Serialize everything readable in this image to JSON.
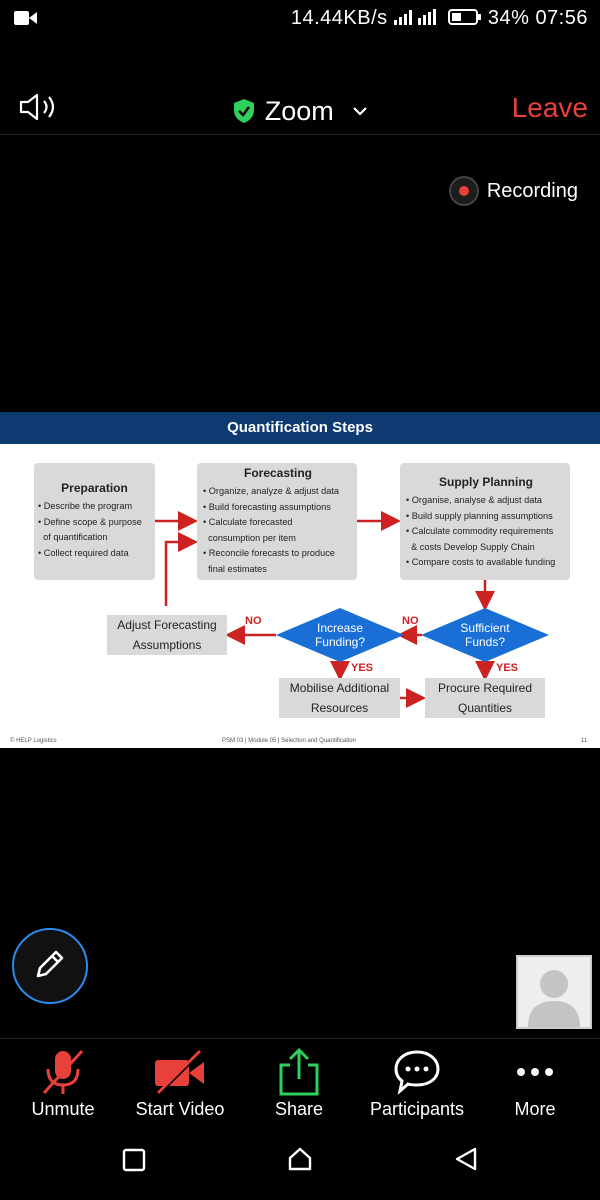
{
  "status_bar": {
    "network_speed": "14.44KB/s",
    "battery": "34%",
    "time": "07:56"
  },
  "header": {
    "title": "Zoom",
    "leave_label": "Leave"
  },
  "recording_label": "Recording",
  "slide": {
    "title": "Quantification Steps",
    "preparation": {
      "title": "Preparation",
      "items": [
        "Describe the program",
        "Define scope & purpose",
        "of quantification",
        "Collect required data"
      ]
    },
    "forecasting": {
      "title": "Forecasting",
      "items": [
        "Organize, analyze & adjust data",
        "Build forecasting assumptions",
        "Calculate forecasted",
        "consumption per item",
        "Reconcile forecasts to produce",
        "final estimates"
      ]
    },
    "supply_planning": {
      "title": "Supply Planning",
      "items": [
        "Organise, analyse & adjust data",
        "Build supply planning assumptions",
        "Calculate commodity requirements",
        "& costs Develop Supply Chain",
        "Compare costs to available funding"
      ]
    },
    "adjust_box": {
      "line1": "Adjust Forecasting",
      "line2": "Assumptions"
    },
    "increase_diamond": {
      "line1": "Increase",
      "line2": "Funding?"
    },
    "sufficient_diamond": {
      "line1": "Sufficient",
      "line2": "Funds?"
    },
    "mobilise_box": {
      "line1": "Mobilise Additional",
      "line2": "Resources"
    },
    "procure_box": {
      "line1": "Procure Required",
      "line2": "Quantities"
    },
    "labels": {
      "no": "NO",
      "yes": "YES"
    },
    "footer": {
      "left": "© HELP Logistics",
      "center": "PSM 03 | Module 05 | Selection and Quantification",
      "page": "11"
    }
  },
  "toolbar": {
    "unmute": "Unmute",
    "start_video": "Start Video",
    "share": "Share",
    "participants": "Participants",
    "more": "More"
  },
  "colors": {
    "accent_blue": "#2d8cf0",
    "leave_red": "#e8403a",
    "share_green": "#2fd15c",
    "slide_header": "#0d3a70",
    "diamond_blue": "#1a6fd6",
    "arrow_red": "#cc2222"
  }
}
